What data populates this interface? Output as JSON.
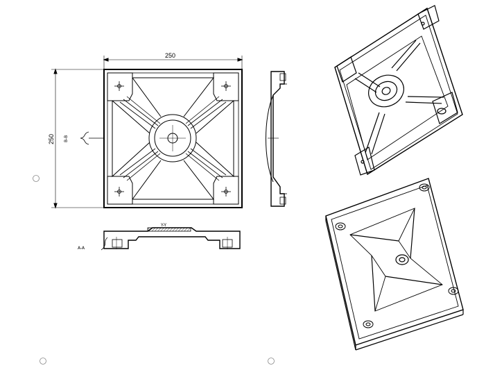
{
  "drawing": {
    "dimensions": {
      "width": "250",
      "height": "250"
    },
    "section_labels": {
      "left": "B-B",
      "bottom": "A-A",
      "top": "Y-Y"
    }
  }
}
